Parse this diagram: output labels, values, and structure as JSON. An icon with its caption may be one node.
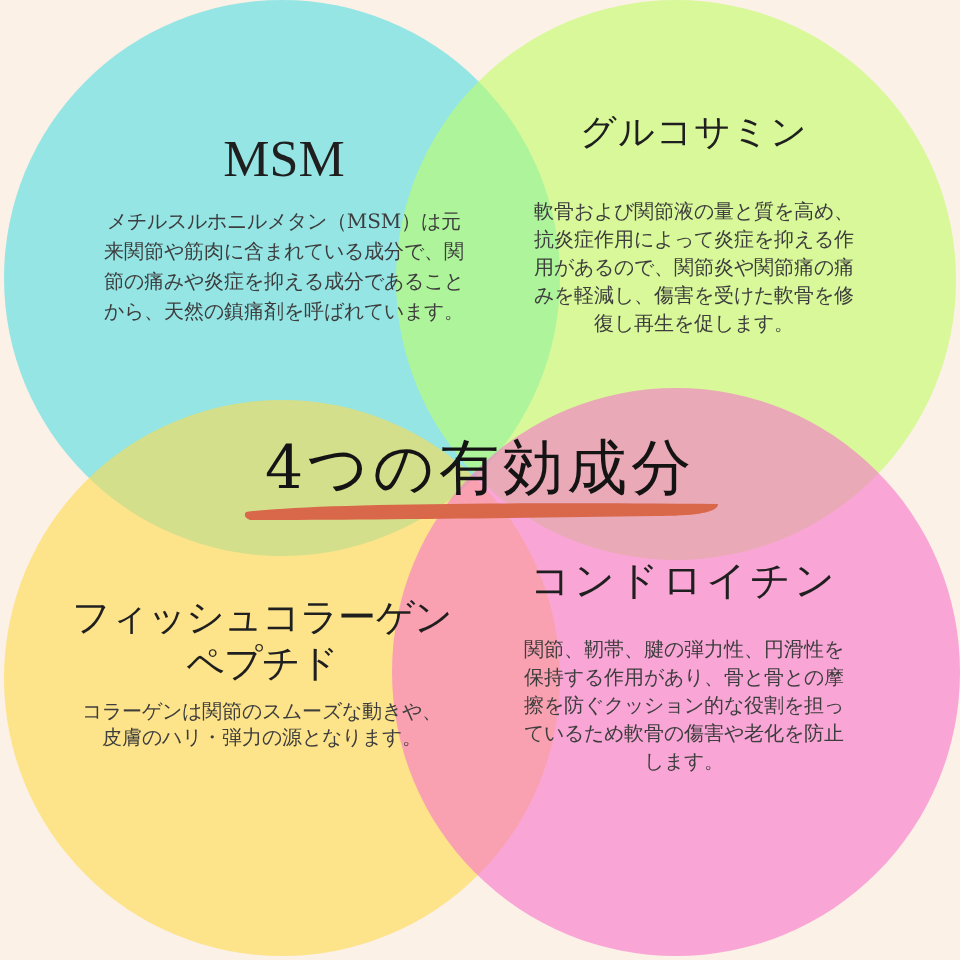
{
  "diagram": {
    "title": "4つの有効成分",
    "nodes": [
      {
        "text": [
          "MSM",
          "メチルスルホニルメタン（MSM）は元来関節や筋肉に含まれている成分で、関節の痛みや炎症を抑える成分であることから、天然の鎮痛剤を呼ばれています。"
        ]
      },
      {
        "text": [
          "グルコサミン",
          "軟骨および関節液の量と質を高め、抗炎症作用によって炎症を抑える作用があるので、関節炎や関節痛の痛みを軽減し、傷害を受けた軟骨を修復し再生を促します。"
        ]
      },
      {
        "text": [
          "フィッシュコラーゲンペプチド",
          "コラーゲンは関節のスムーズな動きや、皮膚のハリ・弾力の源となります。"
        ]
      },
      {
        "text": [
          "コンドロイチン",
          "関節、靭帯、腱の弾力性、円滑性を保持する作用があり、骨と骨との摩擦を防ぐクッション的な役割を担っているため軟骨の傷害や老化を防止します。"
        ]
      }
    ]
  }
}
